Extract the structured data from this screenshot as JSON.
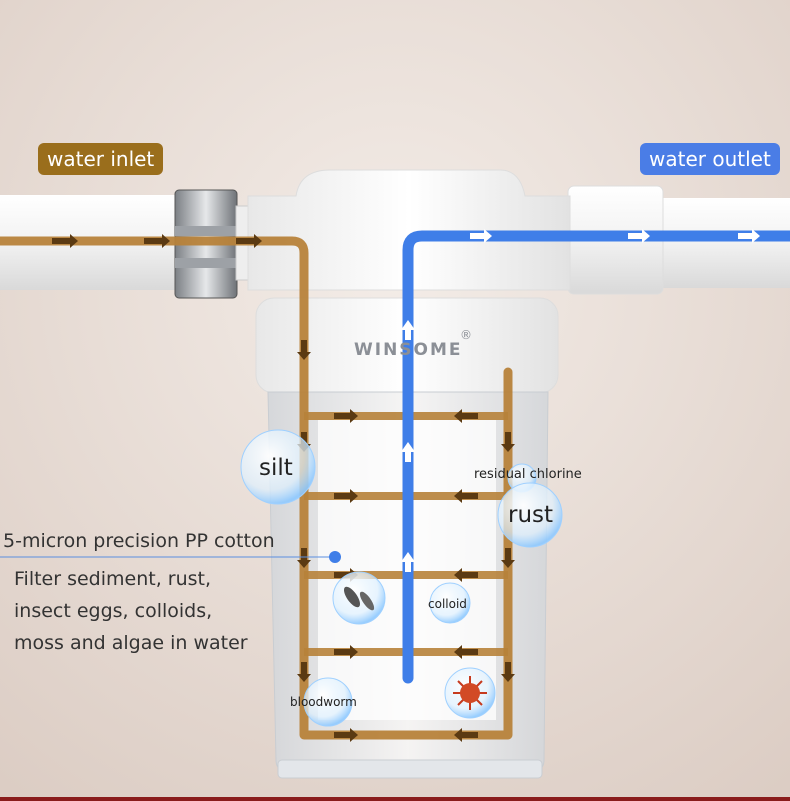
{
  "labels": {
    "inlet": "water inlet",
    "outlet": "water outlet"
  },
  "brand": {
    "name": "WINSOME",
    "registered_mark": "®"
  },
  "description": {
    "title": "5-micron precision PP cotton",
    "lines": [
      "Filter sediment, rust,",
      "insect eggs, colloids,",
      "moss and algae in water"
    ]
  },
  "contaminants": {
    "silt": "silt",
    "residual_chlorine": "residual chlorine",
    "rust": "rust",
    "colloid": "colloid",
    "bloodworm": "bloodworm"
  },
  "colors": {
    "inlet_flow": "#b7823a",
    "outlet_flow": "#3f7ee8",
    "inlet_pill": "#9a6e1c",
    "outlet_pill": "#4a7de6",
    "background": "#e9dfd8"
  },
  "icons": [
    "flow-arrow-icon",
    "bacteria-icon",
    "virus-icon",
    "description-pointer-icon"
  ]
}
